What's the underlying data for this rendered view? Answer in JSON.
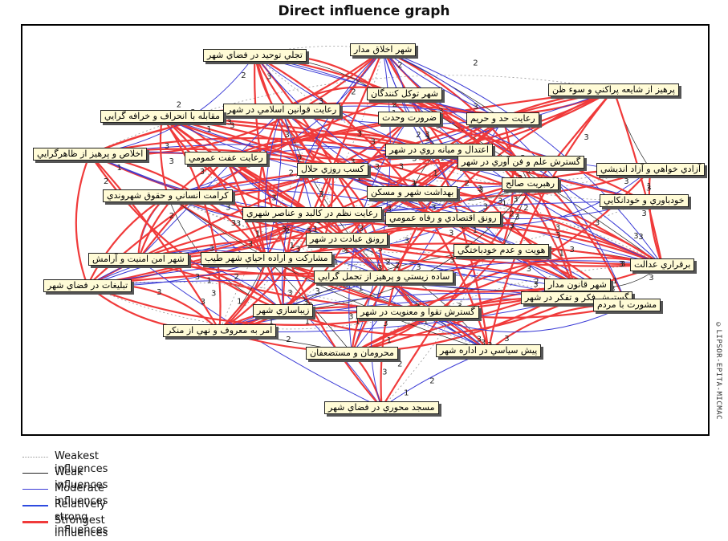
{
  "title": "Direct influence graph",
  "watermark": "©LIPSOR-EPITA-MICMAC",
  "colors": {
    "weakest": "#9a9a9a",
    "weak": "#222222",
    "moderate": "#3b3bd6",
    "relatively_strong": "#2e4be0",
    "strongest": "#f03a3a",
    "node_fill": "#fffbd6"
  },
  "legend": [
    {
      "key": "weakest",
      "label": "Weakest influences"
    },
    {
      "key": "weak",
      "label": "Weak influences"
    },
    {
      "key": "moderate",
      "label": "Moderate influences"
    },
    {
      "key": "relatively_strong",
      "label": "Relatively strong influences"
    },
    {
      "key": "strongest",
      "label": "Strongest influences"
    }
  ],
  "nodes": [
    {
      "id": "n1",
      "label": "شهر اخلاق مدار"
    },
    {
      "id": "n2",
      "label": "تجلي توحيد در فضاي شهر"
    },
    {
      "id": "n3",
      "label": "پرهيز از شايعه پراكني و سوء ظن"
    },
    {
      "id": "n4",
      "label": "شهر توكل كنندگان"
    },
    {
      "id": "n5",
      "label": "رعايت قوانين اسلامي در شهر"
    },
    {
      "id": "n6",
      "label": "مقابله با انحراف و خرافه گرايي"
    },
    {
      "id": "n7",
      "label": "ضرورت وحدت"
    },
    {
      "id": "n8",
      "label": "رعايت حد و حريم"
    },
    {
      "id": "n9",
      "label": "اخلاص و پرهيز از ظاهرگرايي"
    },
    {
      "id": "n10",
      "label": "رعايت عفت عمومي"
    },
    {
      "id": "n11",
      "label": "اعتدال و ميانه روي در شهر"
    },
    {
      "id": "n12",
      "label": "گسترش علم و فن آوري در شهر"
    },
    {
      "id": "n13",
      "label": "آزادي خواهي و آزاد انديشي"
    },
    {
      "id": "n14",
      "label": "كسب روزي حلال"
    },
    {
      "id": "n15",
      "label": "رهبريت صالح"
    },
    {
      "id": "n16",
      "label": "كرامت انساني و حقوق شهروندي"
    },
    {
      "id": "n17",
      "label": "بهداشت شهر و مسكن"
    },
    {
      "id": "n18",
      "label": "خودباوري و خودانكايي"
    },
    {
      "id": "n19",
      "label": "رعايت نظم در كالبد و عناصر شهري"
    },
    {
      "id": "n20",
      "label": "رونق اقتصادي و رفاه عمومي"
    },
    {
      "id": "n21",
      "label": "رونق عبادت در شهر"
    },
    {
      "id": "n22",
      "label": "هويت و عدم خودباختگي"
    },
    {
      "id": "n23",
      "label": "برقراري عدالت"
    },
    {
      "id": "n24",
      "label": "شهر امن امنيت و آرامش"
    },
    {
      "id": "n25",
      "label": "مشاركت و اراده احياي شهر طيب"
    },
    {
      "id": "n26",
      "label": "ساده زيستي و پرهيز از تجمل گرايي"
    },
    {
      "id": "n27",
      "label": "تبليغات در فضاي شهر"
    },
    {
      "id": "n28",
      "label": "شهر قانون مدار"
    },
    {
      "id": "n29",
      "label": "گسترش فكر و تفكر در شهر"
    },
    {
      "id": "n30",
      "label": "مشورت با مردم"
    },
    {
      "id": "n31",
      "label": "زيباسازي شهر"
    },
    {
      "id": "n32",
      "label": "گسترش تقوا و معنويت در شهر"
    },
    {
      "id": "n33",
      "label": "امر به معروف و نهي از منكر"
    },
    {
      "id": "n34",
      "label": "پيش سياسي در اداره شهر"
    },
    {
      "id": "n35",
      "label": "محرومان و مستضعفان"
    },
    {
      "id": "n36",
      "label": "مسجد محوري در فضاي شهر"
    }
  ]
}
